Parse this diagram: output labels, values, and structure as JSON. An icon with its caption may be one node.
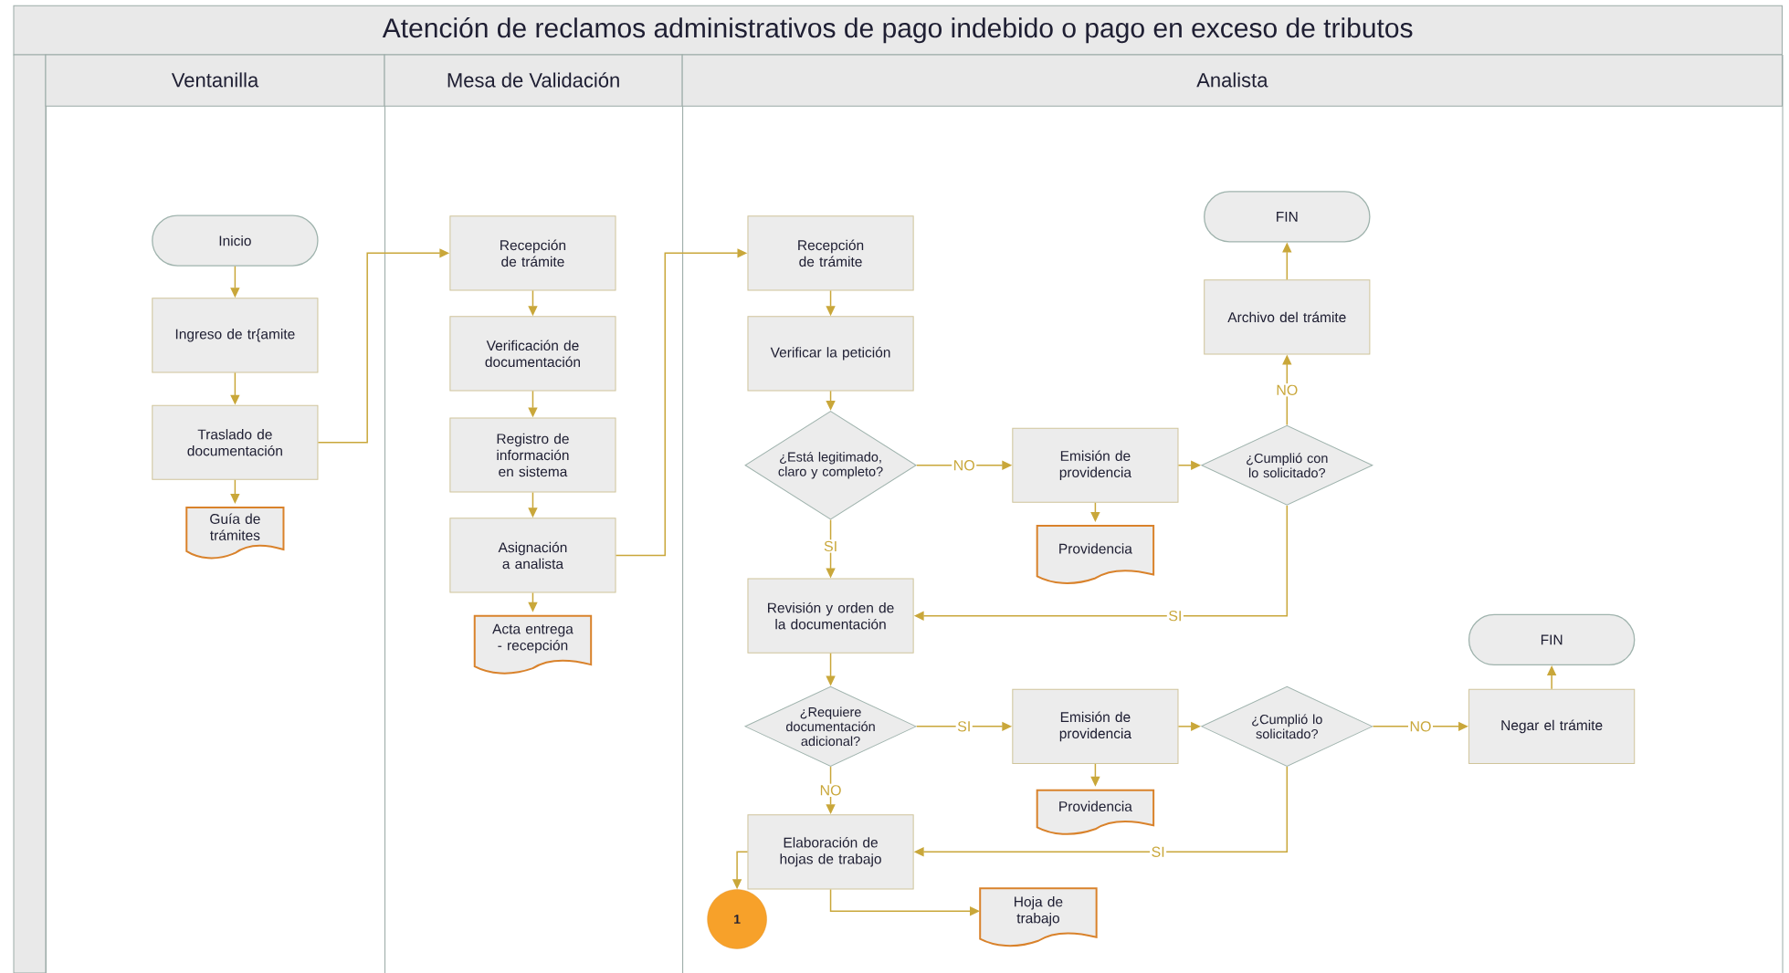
{
  "diagram": {
    "title": "Atención de reclamos administrativos de pago indebido o pago en exceso de tributos",
    "nodes": [
      {
        "text": [
          "Ventanilla"
        ]
      },
      {
        "text": [
          "Mesa de Validación"
        ]
      },
      {
        "text": [
          "Analista"
        ]
      },
      {
        "text": [
          "Inicio"
        ],
        "in": 0
      },
      {
        "text": [
          "Ingreso de tr{amite"
        ],
        "in": 0
      },
      {
        "text": [
          "Traslado de documentación"
        ],
        "in": 0
      },
      {
        "text": [
          "Guía de trámites"
        ],
        "in": 0
      },
      {
        "text": [
          "Recepción de trámite"
        ],
        "in": 1
      },
      {
        "text": [
          "Verificación de documentación"
        ],
        "in": 1
      },
      {
        "text": [
          "Registro de información en sistema"
        ],
        "in": 1
      },
      {
        "text": [
          "Asignación a analista"
        ],
        "in": 1
      },
      {
        "text": [
          "Acta entrega - recepción"
        ],
        "in": 1
      },
      {
        "text": [
          "Recepción de trámite"
        ],
        "in": 2
      },
      {
        "text": [
          "Verificar la petición"
        ],
        "in": 2
      },
      {
        "text": [
          "¿Está legitimado, claro y completo?"
        ],
        "in": 2
      },
      {
        "text": [
          "Emisión de providencia"
        ],
        "in": 2
      },
      {
        "text": [
          "Providencia"
        ],
        "in": 2
      },
      {
        "text": [
          "¿Cumplió con lo solicitado?"
        ],
        "in": 2
      },
      {
        "text": [
          "Archivo del trámite"
        ],
        "in": 2
      },
      {
        "text": [
          "FIN"
        ],
        "in": 2
      },
      {
        "text": [
          "Revisión y orden de la documentación"
        ],
        "in": 2
      },
      {
        "text": [
          "¿Requiere documentación adicional?"
        ],
        "in": 2
      },
      {
        "text": [
          "Emisión de providencia"
        ],
        "in": 2
      },
      {
        "text": [
          "Providencia"
        ],
        "in": 2
      },
      {
        "text": [
          "¿Cumplió lo solicitado?"
        ],
        "in": 2
      },
      {
        "text": [
          "Negar el trámite"
        ],
        "in": 2
      },
      {
        "text": [
          "FIN"
        ],
        "in": 2
      },
      {
        "text": [
          "Elaboración de hojas de trabajo"
        ],
        "in": 2
      },
      {
        "text": [
          "Hoja de trabajo"
        ],
        "in": 2
      },
      {
        "text": [
          "1"
        ],
        "in": 2
      }
    ],
    "edges": [
      {
        "from": 3,
        "to": 4,
        "arrow": "to"
      },
      {
        "from": 4,
        "to": 5,
        "arrow": "to"
      },
      {
        "from": 5,
        "to": 6,
        "arrow": "to"
      },
      {
        "from": 5,
        "to": 7,
        "arrow": "to"
      },
      {
        "from": 7,
        "to": 8,
        "arrow": "to"
      },
      {
        "from": 8,
        "to": 9,
        "arrow": "to"
      },
      {
        "from": 9,
        "to": 10,
        "arrow": "to"
      },
      {
        "from": 10,
        "to": 11,
        "arrow": "to"
      },
      {
        "from": 10,
        "to": 12,
        "arrow": "to"
      },
      {
        "from": 12,
        "to": 13,
        "arrow": "to"
      },
      {
        "from": 13,
        "to": 14,
        "arrow": "to"
      },
      {
        "from": 14,
        "to": 15,
        "arrow": "to",
        "label": "NO"
      },
      {
        "from": 14,
        "to": 20,
        "arrow": "to",
        "label": "SI"
      },
      {
        "from": 15,
        "to": 16,
        "arrow": "to"
      },
      {
        "from": 15,
        "to": 17,
        "arrow": "to"
      },
      {
        "from": 17,
        "to": 18,
        "arrow": "to",
        "label": "NO"
      },
      {
        "from": 18,
        "to": 19,
        "arrow": "to"
      },
      {
        "from": 17,
        "to": 20,
        "arrow": "to",
        "label": "SI"
      },
      {
        "from": 20,
        "to": 21,
        "arrow": "to"
      },
      {
        "from": 21,
        "to": 22,
        "arrow": "to",
        "label": "SI"
      },
      {
        "from": 21,
        "to": 27,
        "arrow": "to",
        "label": "NO"
      },
      {
        "from": 22,
        "to": 23,
        "arrow": "to"
      },
      {
        "from": 22,
        "to": 24,
        "arrow": "to"
      },
      {
        "from": 24,
        "to": 25,
        "arrow": "to",
        "label": "NO"
      },
      {
        "from": 25,
        "to": 26,
        "arrow": "to"
      },
      {
        "from": 24,
        "to": 27,
        "arrow": "to",
        "label": "SI"
      },
      {
        "from": 27,
        "to": 28,
        "arrow": "to"
      },
      {
        "from": 27,
        "to": 29,
        "arrow": "to"
      }
    ]
  }
}
